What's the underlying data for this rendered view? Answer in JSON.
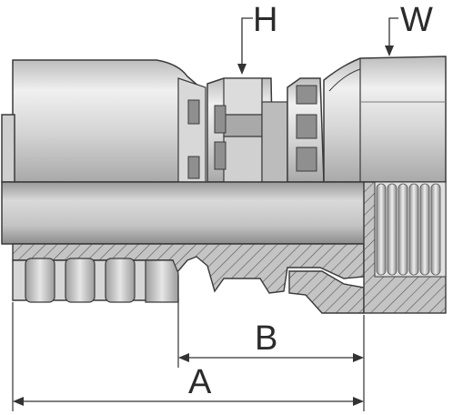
{
  "labels": {
    "H": "H",
    "W": "W",
    "A": "A",
    "B": "B"
  },
  "colors": {
    "metal_light": "#e4e4e4",
    "metal_mid": "#c8c8c8",
    "metal_dark": "#8f8f8f",
    "section_fill": "#c2c2c2",
    "outline": "#3a3a3a",
    "hatch": "#555555",
    "dim_line": "#333333"
  }
}
